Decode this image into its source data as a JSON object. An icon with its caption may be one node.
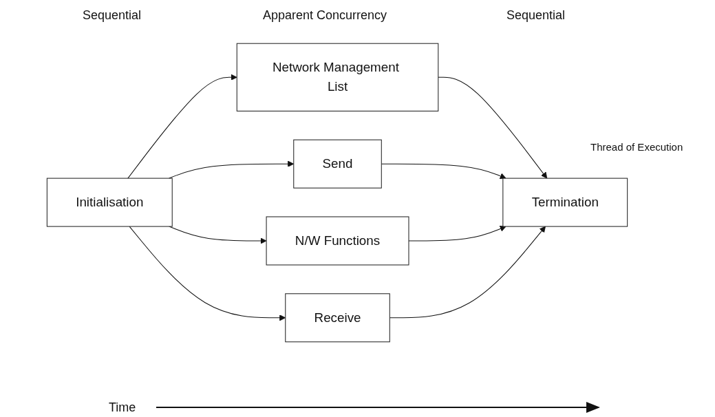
{
  "diagram": {
    "nodes": [
      {
        "text": [
          "Network Management List"
        ]
      },
      {
        "text": [
          "Send"
        ]
      },
      {
        "text": [
          "Initialisation"
        ]
      },
      {
        "text": [
          "N/W Functions"
        ]
      },
      {
        "text": [
          "Termination"
        ]
      },
      {
        "text": [
          "Receive"
        ]
      }
    ],
    "edges": [
      {
        "from": 2,
        "to": 0,
        "arrow": "to"
      },
      {
        "from": 0,
        "to": 4,
        "arrow": "to"
      },
      {
        "from": 2,
        "to": 1,
        "arrow": "to"
      },
      {
        "from": 2,
        "to": 3,
        "arrow": "to"
      },
      {
        "from": 2,
        "to": 5,
        "arrow": "to"
      },
      {
        "from": 1,
        "to": 4,
        "arrow": "to"
      },
      {
        "from": 3,
        "to": 4,
        "arrow": "to"
      },
      {
        "from": 5,
        "to": 4,
        "arrow": "to"
      }
    ],
    "labels": [
      "Sequential",
      "Apparent Concurrency",
      "Sequential",
      "Thread of Execution",
      "Time"
    ]
  }
}
